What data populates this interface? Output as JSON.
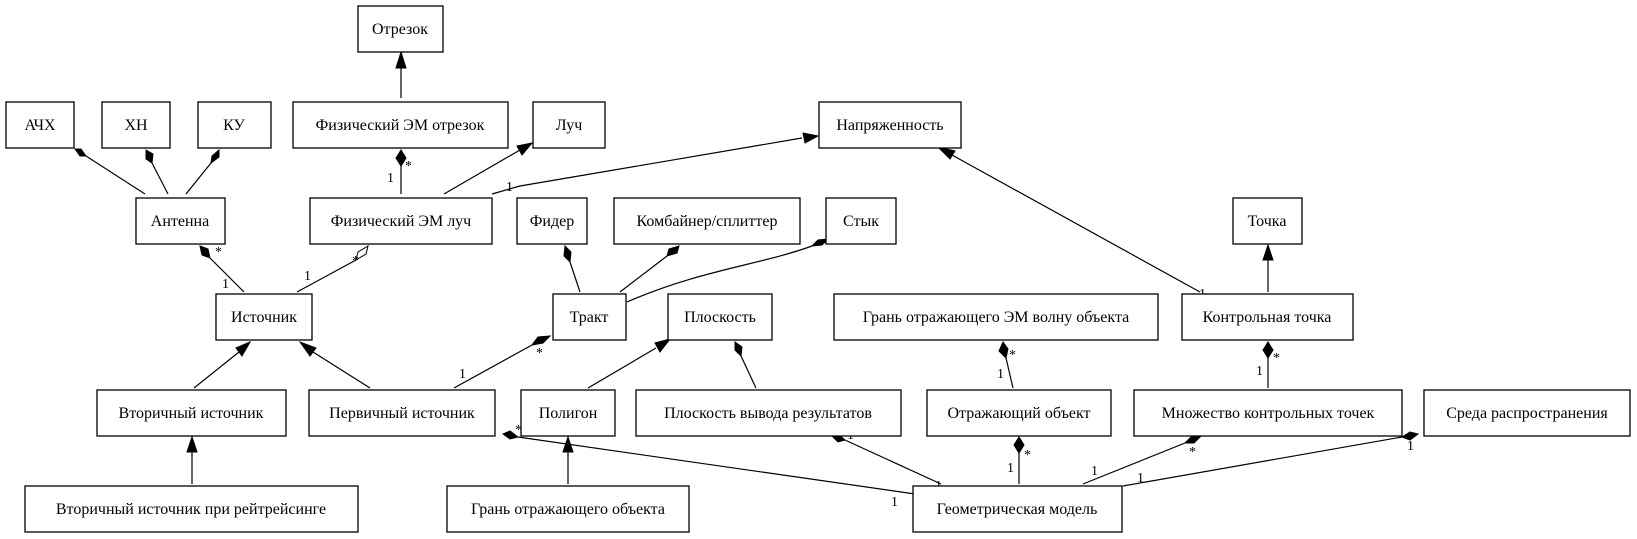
{
  "diagram": {
    "nodes": {
      "otrezok": "Отрезок",
      "achx": "АЧХ",
      "xn": "ХН",
      "ku": "КУ",
      "fiz_otrezok": "Физический ЭМ отрезок",
      "luch": "Луч",
      "napr": "Напряженность",
      "antenna": "Антенна",
      "fiz_luch": "Физический ЭМ луч",
      "fider": "Фидер",
      "kombainer": "Комбайнер/сплиттер",
      "styk": "Стык",
      "tochka": "Точка",
      "istochnik": "Источник",
      "trakt": "Тракт",
      "ploskost": "Плоскость",
      "gran_em": "Грань отражающего ЭМ волну объекта",
      "kontr_tochka": "Контрольная точка",
      "vtor_ist": "Вторичный источник",
      "perv_ist": "Первичный источник",
      "poligon": "Полигон",
      "ploskost_vyvoda": "Плоскость вывода результатов",
      "otr_obj": "Отражающий объект",
      "mnozh": "Множество контрольных точек",
      "sreda": "Среда распространения",
      "vtor_ist_rt": "Вторичный источник при рейтрейсинге",
      "gran_obj": "Грань отражающего объекта",
      "geom": "Геометрическая модель"
    },
    "multiplicity_one": "1",
    "multiplicity_many": "*"
  }
}
